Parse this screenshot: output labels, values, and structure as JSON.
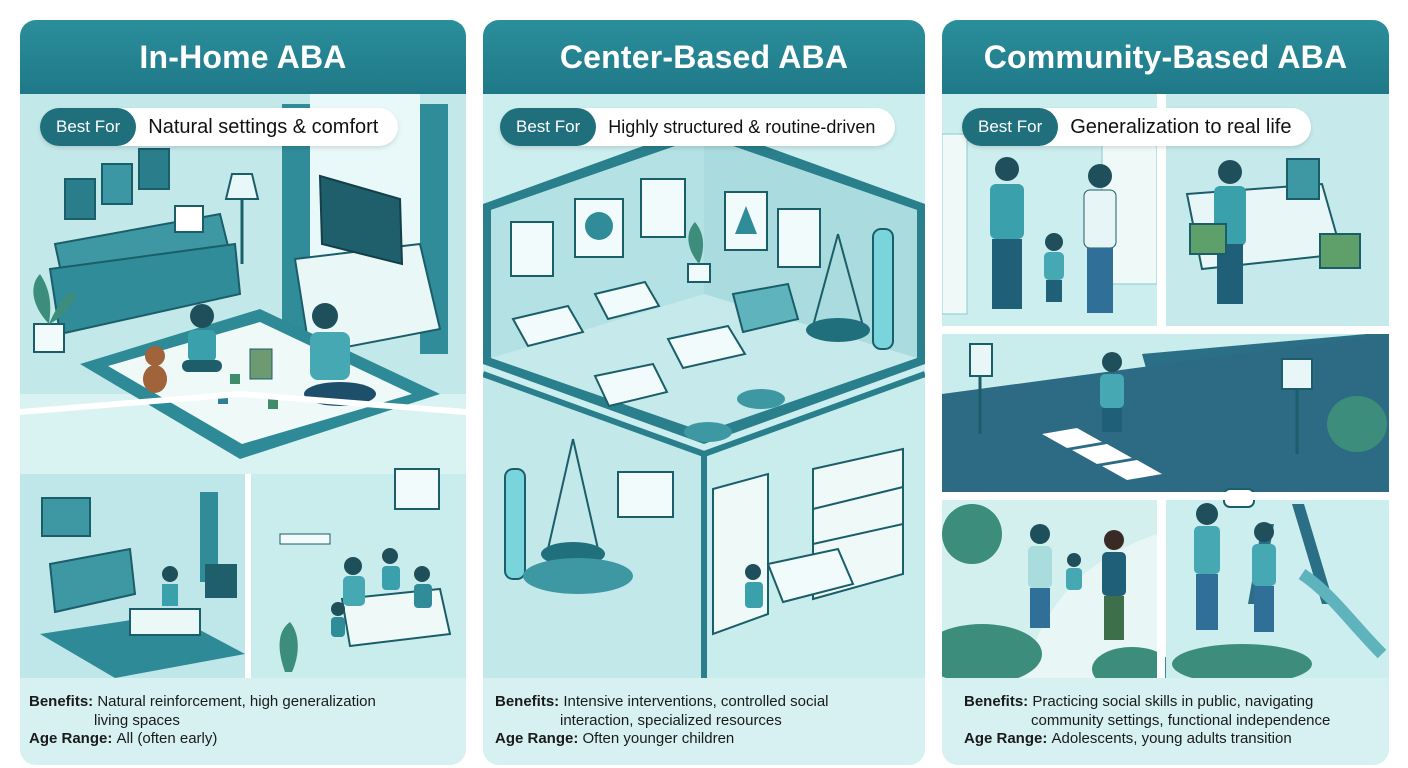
{
  "panels": [
    {
      "title": "In-Home ABA",
      "best_for_label": "Best For",
      "best_for": "Natural settings & comfort",
      "benefits_label": "Benefits:",
      "benefits_line1": "Natural reinforcement, high generalization",
      "benefits_line2": "living spaces",
      "age_label": "Age Range:",
      "age": "All (often early)"
    },
    {
      "title": "Center-Based ABA",
      "best_for_label": "Best For",
      "best_for": "Highly structured & routine-driven",
      "benefits_label": "Benefits:",
      "benefits_line1": "Intensive interventions, controlled social",
      "benefits_line2": "interaction, specialized resources",
      "age_label": "Age Range:",
      "age": "Often younger children"
    },
    {
      "title": "Community-Based ABA",
      "best_for_label": "Best For",
      "best_for": "Generalization to real life",
      "benefits_label": "Benefits:",
      "benefits_line1": "Practicing social skills in public, navigating",
      "benefits_line2": "community settings, functional independence",
      "age_label": "Age Range:",
      "age": "Adolescents, young adults transition"
    }
  ],
  "colors": {
    "header": "#1f7888",
    "tag": "#1f6f7d",
    "panel_bg": "#dff3f3",
    "teal_dark": "#236f7e",
    "teal_mid": "#3e98a4",
    "teal_light": "#a9dcdc"
  }
}
